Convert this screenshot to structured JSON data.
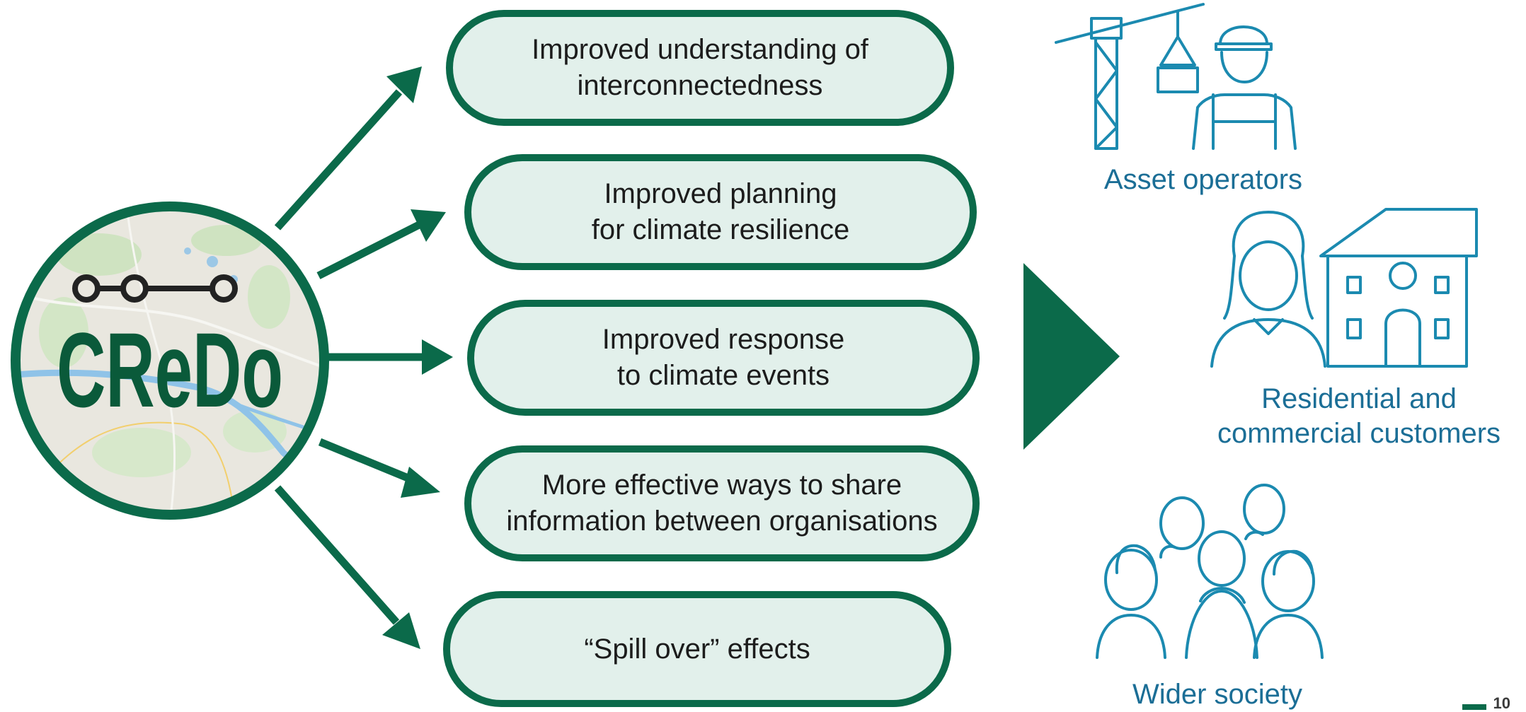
{
  "logo": {
    "text": "CReDo"
  },
  "benefits": [
    {
      "label": "Improved understanding of\ninterconnectedness"
    },
    {
      "label": "Improved planning\nfor climate resilience"
    },
    {
      "label": "Improved response\nto climate events"
    },
    {
      "label": "More effective ways to share\ninformation between organisations"
    },
    {
      "label": "“Spill over” effects"
    }
  ],
  "beneficiaries": [
    {
      "label": "Asset operators",
      "icon": "crane-worker-icon"
    },
    {
      "label": "Residential and\ncommercial customers",
      "icon": "person-house-icon"
    },
    {
      "label": "Wider society",
      "icon": "crowd-icon"
    }
  ],
  "page_number": "10",
  "colors": {
    "primary_green": "#0b6a4a",
    "pill_fill": "#e2f0eb",
    "icon_blue": "#1b6e96",
    "logo_text": "#0a5a3a"
  }
}
